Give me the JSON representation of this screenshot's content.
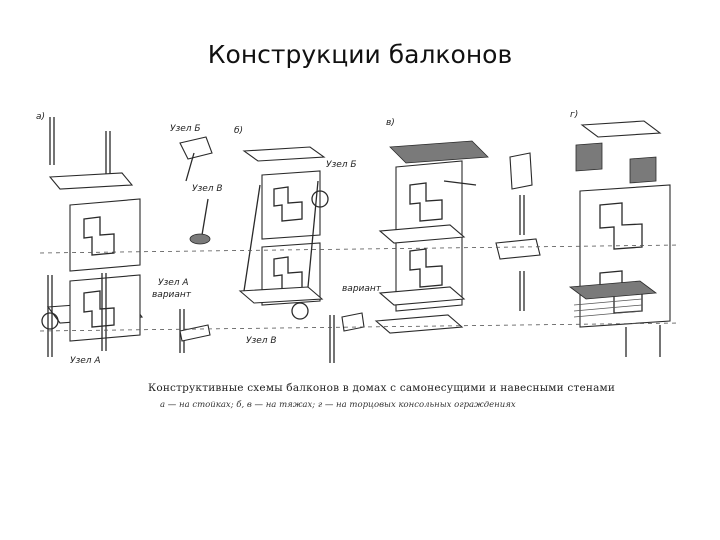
{
  "slide": {
    "title": "Конструкции балконов"
  },
  "figure": {
    "labels": {
      "a": "а)",
      "b": "б)",
      "v": "в)",
      "g": "г)",
      "uzel_b": "Узел Б",
      "uzel_v_1": "Узел В",
      "uzel_a": "Узел А",
      "variant_1": "вариант",
      "uzel_a_2": "Узел А",
      "uzel_b_2": "Узел Б",
      "uzel_v_2": "Узел В",
      "variant_2": "вариант"
    },
    "caption_main": "Конструктивные схемы балконов в домах с самонесущими и навесными стенами",
    "caption_sub": "а — на стойках; б, в — на тяжах; г — на торцовых консольных ограждениях"
  }
}
